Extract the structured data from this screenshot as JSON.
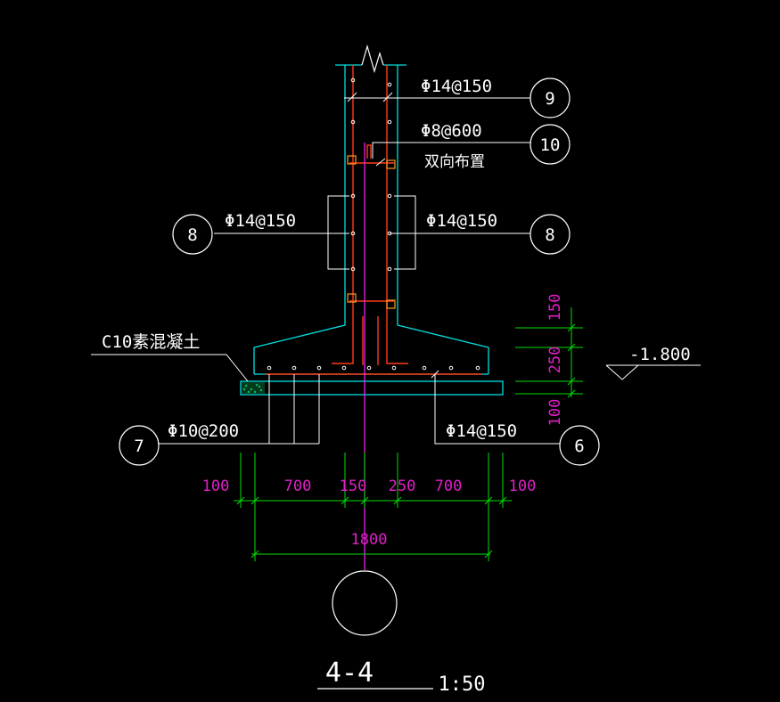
{
  "drawing": {
    "rebar_labels": {
      "top_vertical": "Φ14@150",
      "tie": "Φ8@600",
      "tie_note": "双向布置",
      "left_side": "Φ14@150",
      "right_side": "Φ14@150",
      "bottom_left": "Φ10@200",
      "bottom_right": "Φ14@150"
    },
    "material_label": "C10素混凝土",
    "elevation": "-1.800",
    "callouts": {
      "c9": "9",
      "c10": "10",
      "c8_left": "8",
      "c8_right": "8",
      "c7": "7",
      "c6": "6"
    },
    "horizontal_dims": {
      "d1": "100",
      "d2": "700",
      "d3": "150",
      "d4": "250",
      "d5": "700",
      "d6": "100",
      "total": "1800"
    },
    "vertical_dims": {
      "v1": "150",
      "v2": "250",
      "v3": "100"
    },
    "section_title": "4-4",
    "scale": "1:50"
  },
  "colors": {
    "background": "#000000",
    "concrete_outline": "#00e0e0",
    "rebar": "#ff3a1a",
    "dimension": "#00e000",
    "dimension_text": "#e020c8",
    "axis": "#ff20ff",
    "annotation": "#ffffff",
    "hatch": "#00c060"
  }
}
